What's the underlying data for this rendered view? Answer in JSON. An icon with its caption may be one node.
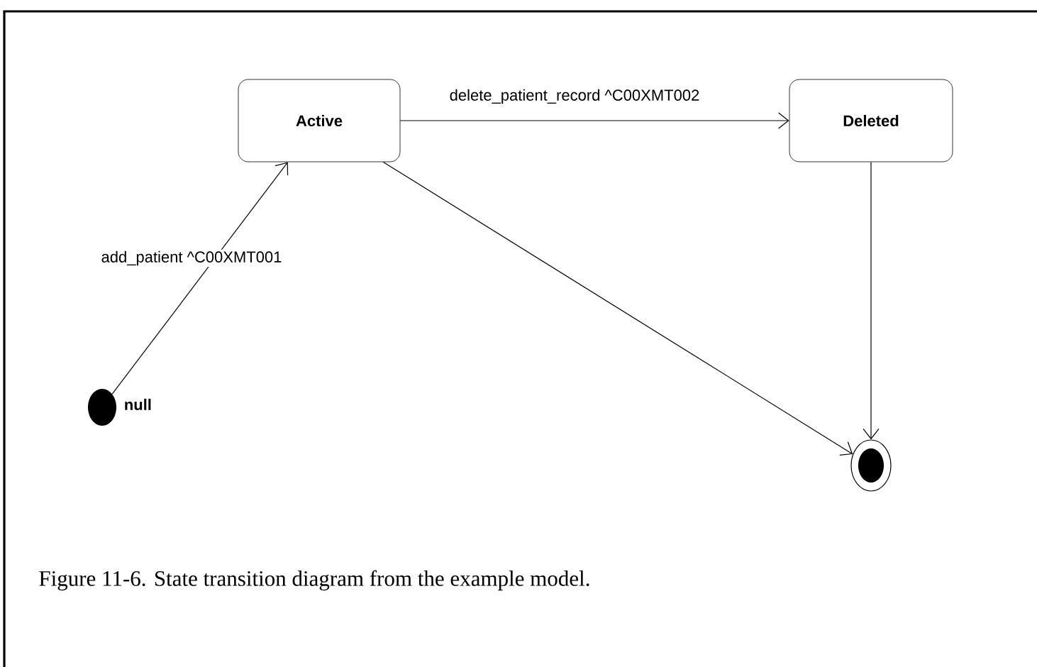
{
  "diagram": {
    "caption": "Figure 11-6.  State transition diagram from the example model.",
    "nodes": [
      {
        "text": [
          "Active"
        ]
      },
      {
        "text": [
          "Deleted"
        ]
      },
      {
        "text": [],
        "shape": "circle",
        "beside": [
          "null"
        ]
      },
      {
        "text": [],
        "shape": "bullseye"
      }
    ],
    "edges": [
      {
        "from": 2,
        "to": 0,
        "arrow": "to",
        "label": "add_patient ^C00XMT001"
      },
      {
        "from": 0,
        "to": 1,
        "arrow": "to",
        "label": "delete_patient_record ^C00XMT002"
      },
      {
        "from": 0,
        "to": 3,
        "arrow": "to"
      },
      {
        "from": 1,
        "to": 3,
        "arrow": "to"
      }
    ]
  }
}
